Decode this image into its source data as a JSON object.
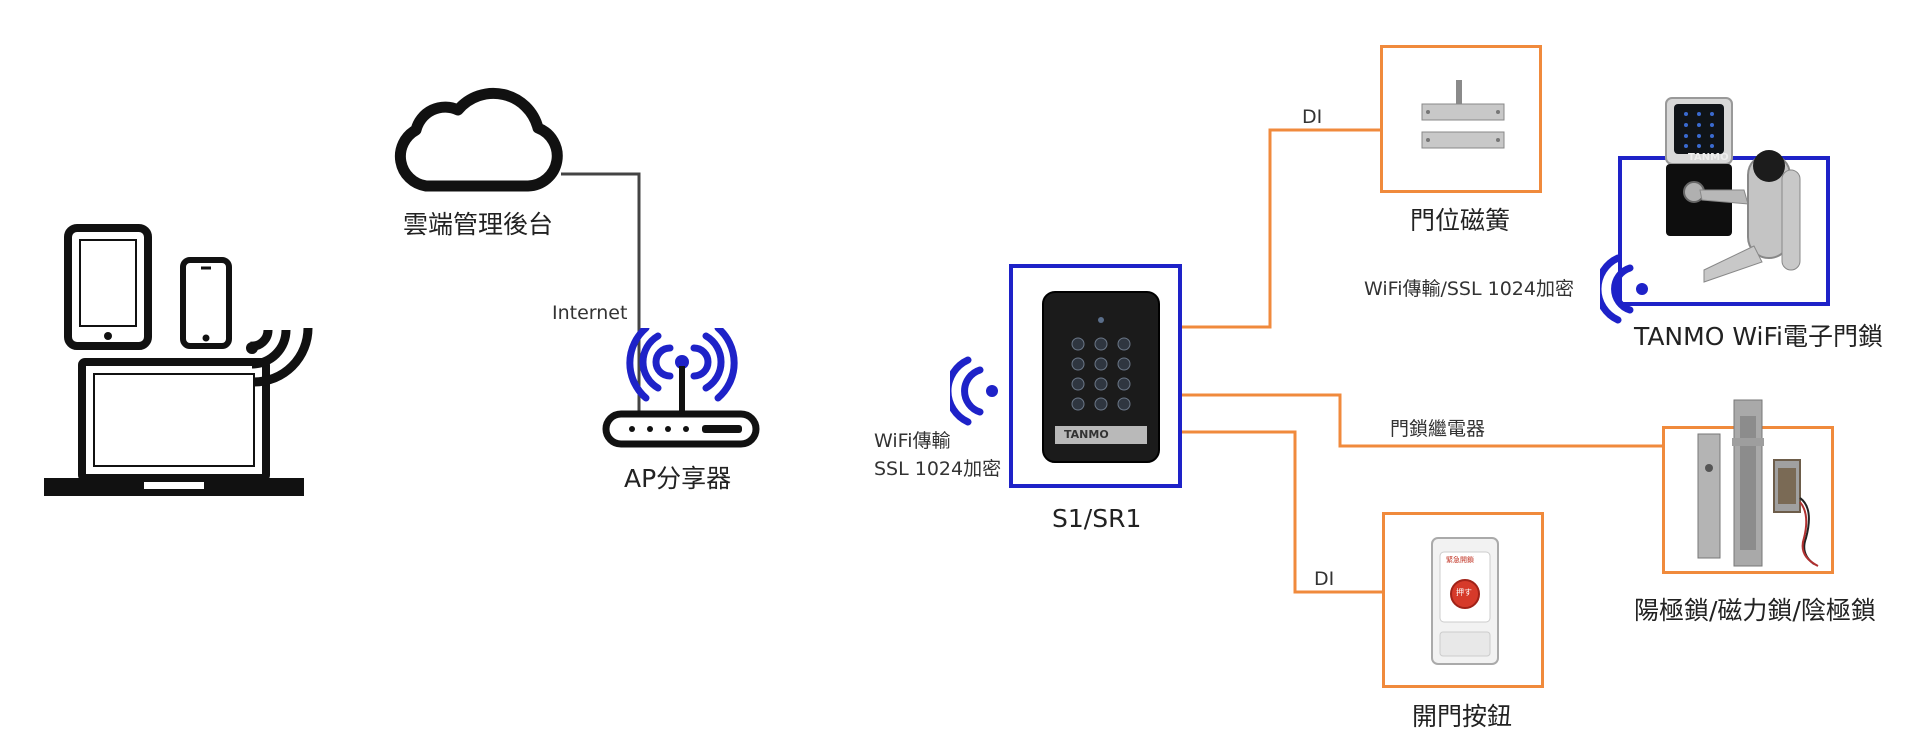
{
  "colors": {
    "wire_orange": "#f08a3c",
    "wire_dark": "#444444",
    "wifi_blue": "#1e22c8",
    "device_black": "#111111"
  },
  "nodes": {
    "cloud": {
      "label": "雲端管理後台",
      "icon": "cloud-icon"
    },
    "router": {
      "label": "AP分享器",
      "icon": "router-icon"
    },
    "reader": {
      "label": "S1/SR1",
      "brand": "TANMO",
      "icon": "keypad-reader"
    },
    "door_sensor": {
      "label": "門位磁簧",
      "icon": "magnetic-door-sensor"
    },
    "exit_button": {
      "label": "開門按鈕",
      "icon": "exit-push-button",
      "button_text": "押す",
      "top_text": "緊急開鎖"
    },
    "smart_lock": {
      "label": "TANMO WiFi電子門鎖",
      "brand": "TANMO",
      "icon": "smart-door-lock"
    },
    "strike_lock": {
      "label": "陽極鎖/磁力鎖/陰極鎖",
      "icon": "electric-locks"
    },
    "client_devices": {
      "icon": "tablet-phone-laptop"
    }
  },
  "edges": {
    "internet": "Internet",
    "reader_wifi_line1": "WiFi傳輸",
    "reader_wifi_line2": "SSL 1024加密",
    "di_top": "DI",
    "di_bottom": "DI",
    "relay": "門鎖繼電器",
    "lock_wifi": "WiFi傳輸/SSL 1024加密"
  }
}
